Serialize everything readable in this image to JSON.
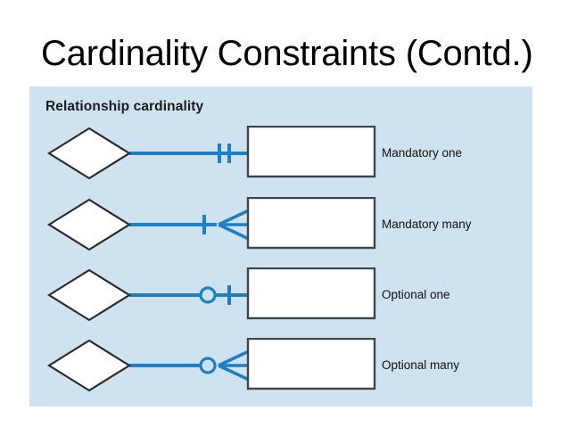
{
  "slide": {
    "title": "Cardinality Constraints (Contd.)",
    "background_color": "#ffffff",
    "title_color": "#000000"
  },
  "diagram": {
    "heading": "Relationship cardinality",
    "panel_color": "#cfe2ef",
    "line_color": "#1f7fc4",
    "entity_fill": "#ffffff",
    "entity_stroke": "#3c4650",
    "relationship_fill": "#ffffff",
    "relationship_stroke": "#2b2b2b",
    "rows": [
      {
        "label": "Mandatory one",
        "notation": "two-vertical-bars",
        "min": "one",
        "max": "one",
        "symbols": [
          "bar",
          "bar"
        ]
      },
      {
        "label": "Mandatory many",
        "notation": "bar-and-crows-foot",
        "min": "one",
        "max": "many",
        "symbols": [
          "bar",
          "crows-foot"
        ]
      },
      {
        "label": "Optional one",
        "notation": "circle-and-bar",
        "min": "zero",
        "max": "one",
        "symbols": [
          "circle",
          "bar"
        ]
      },
      {
        "label": "Optional many",
        "notation": "circle-and-crows-foot",
        "min": "zero",
        "max": "many",
        "symbols": [
          "circle",
          "crows-foot"
        ]
      }
    ]
  }
}
